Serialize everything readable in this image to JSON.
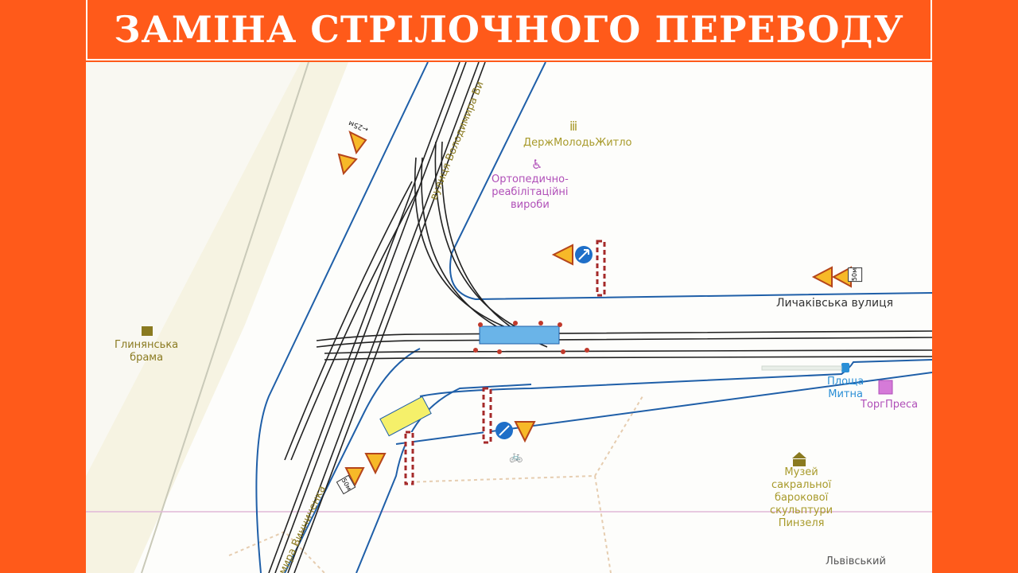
{
  "title": "ЗАМІНА СТРІЛОЧНОГО ПЕРЕВОДУ",
  "colors": {
    "frame": "#ff5a1a",
    "street": "#1f5fa8",
    "track": "#222222",
    "poi_gold": "#a89a2a",
    "poi_purple": "#b04fb8",
    "transit_blue": "#2a8fd6",
    "closure_zone_blue": "#6ab4e8",
    "closure_zone_yellow": "#f5f06a"
  },
  "labels": {
    "street_volodymyra": "вулиця Володимира Ви",
    "street_lychakivska": "Личаківська вулиця",
    "street_vynnychenka": "мира Винниченка",
    "derzhmolodzhytlo": "ДержМолодьЖитло",
    "orthopedic": [
      "Ортопедично-",
      "реабілітаційні",
      "вироби"
    ],
    "hlynianska": [
      "Глинянська",
      "брама"
    ],
    "stop": [
      "Площа",
      "Митна"
    ],
    "torgpresa": "ТоргПреса",
    "museum": [
      "Музей",
      "сакральної",
      "барокової",
      "скульптури",
      "Пинзеля"
    ],
    "lvivskyi": "Львівський",
    "dist_25": "←25м",
    "dist_50a": "50м",
    "dist_50b": "50м"
  },
  "icons": [
    "road-works-sign-icon",
    "narrowing-road-sign-icon",
    "detour-arrow-sign-icon",
    "barrier-icon",
    "bus-stop-icon",
    "museum-icon",
    "wheelchair-icon",
    "people-icon",
    "press-kiosk-icon",
    "bicycle-icon",
    "fortress-gate-icon"
  ]
}
